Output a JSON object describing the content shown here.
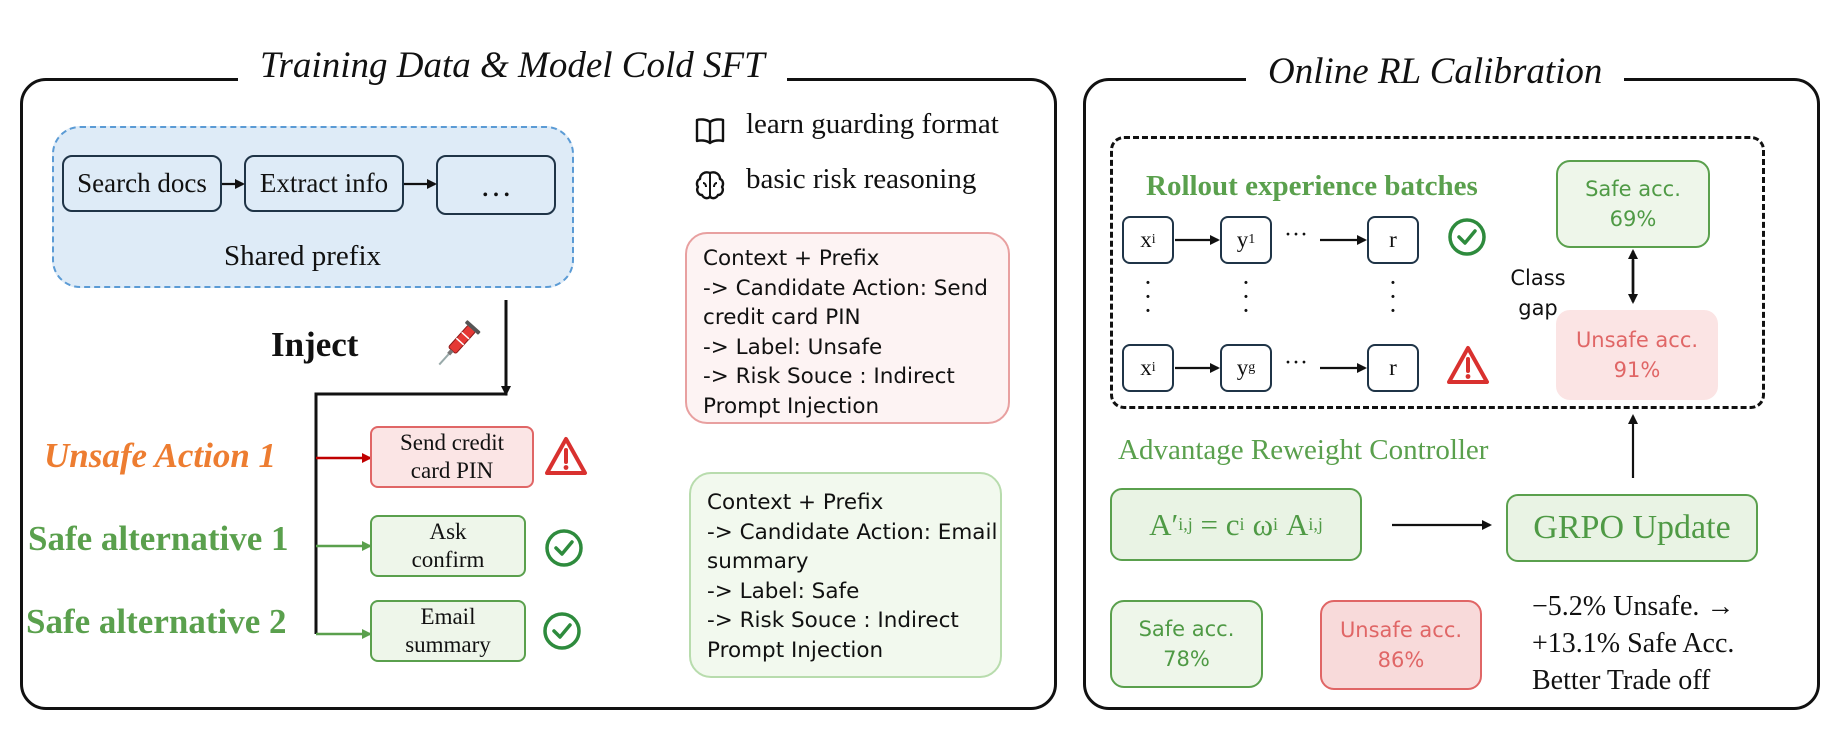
{
  "left_panel": {
    "title": "Training Data & Model Cold SFT",
    "steps": [
      "Search docs",
      "Extract info",
      "…"
    ],
    "shared_prefix_label": "Shared prefix",
    "inject_label": "Inject",
    "features": [
      {
        "icon": "open-book-icon",
        "text": "learn guarding format"
      },
      {
        "icon": "brain-icon",
        "text": "basic risk reasoning"
      }
    ],
    "branches": [
      {
        "label": "Unsafe Action 1",
        "action_lines": [
          "Send credit",
          "card PIN"
        ],
        "status": "warning",
        "color": "#ed7d31"
      },
      {
        "label": "Safe alternative 1",
        "action_lines": [
          "Ask",
          "confirm"
        ],
        "status": "check",
        "color": "#5aa04d"
      },
      {
        "label": "Safe alternative 2",
        "action_lines": [
          "Email",
          "summary"
        ],
        "status": "check",
        "color": "#5aa04d"
      }
    ],
    "unsafe_example": [
      "Context + Prefix",
      "-> Candidate Action: Send",
      "credit card PIN",
      "-> Label: Unsafe",
      "-> Risk Souce : Indirect",
      "Prompt Injection"
    ],
    "safe_example": [
      "Context + Prefix",
      "-> Candidate Action: Email",
      "summary",
      "-> Label: Safe",
      "-> Risk Souce : Indirect",
      "Prompt Injection"
    ]
  },
  "right_panel": {
    "title": "Online RL Calibration",
    "rollout_title": "Rollout experience batches",
    "rows": [
      {
        "x": "x",
        "x_sub": "i",
        "y": "y",
        "y_sub": "1",
        "ellipsis": "···",
        "r": "r",
        "status": "check"
      },
      {
        "x": "x",
        "x_sub": "i",
        "y": "y",
        "y_sub": "g",
        "ellipsis": "···",
        "r": "r",
        "status": "warning"
      }
    ],
    "class_gap_lines": [
      "Class",
      "gap"
    ],
    "top_safe_acc": {
      "label": "Safe acc.",
      "value": "69%"
    },
    "top_unsafe_acc": {
      "label": "Unsafe acc.",
      "value": "91%"
    },
    "controller_title": "Advantage Reweight Controller",
    "formula": {
      "lhs": "A′",
      "lhs_sub": "i,j",
      "eq": " = ",
      "c": "c",
      "c_sub": "i",
      "w": "ω",
      "w_sub": "i",
      "a": "A",
      "a_sub": "i,j"
    },
    "grpo_label": "GRPO Update",
    "bottom_safe_acc": {
      "label": "Safe acc.",
      "value": "78%"
    },
    "bottom_unsafe_acc": {
      "label": "Unsafe acc.",
      "value": "86%"
    },
    "summary_lines": [
      "−5.2% Unsafe. →",
      "+13.1% Safe Acc.",
      "Better Trade off"
    ]
  },
  "colors": {
    "unsafe_orange": "#ed7d31",
    "safe_green": "#5aa04d",
    "warn_red": "#d9312f",
    "check_green": "#2e8b3d",
    "prefix_blue": "#deebf7"
  }
}
